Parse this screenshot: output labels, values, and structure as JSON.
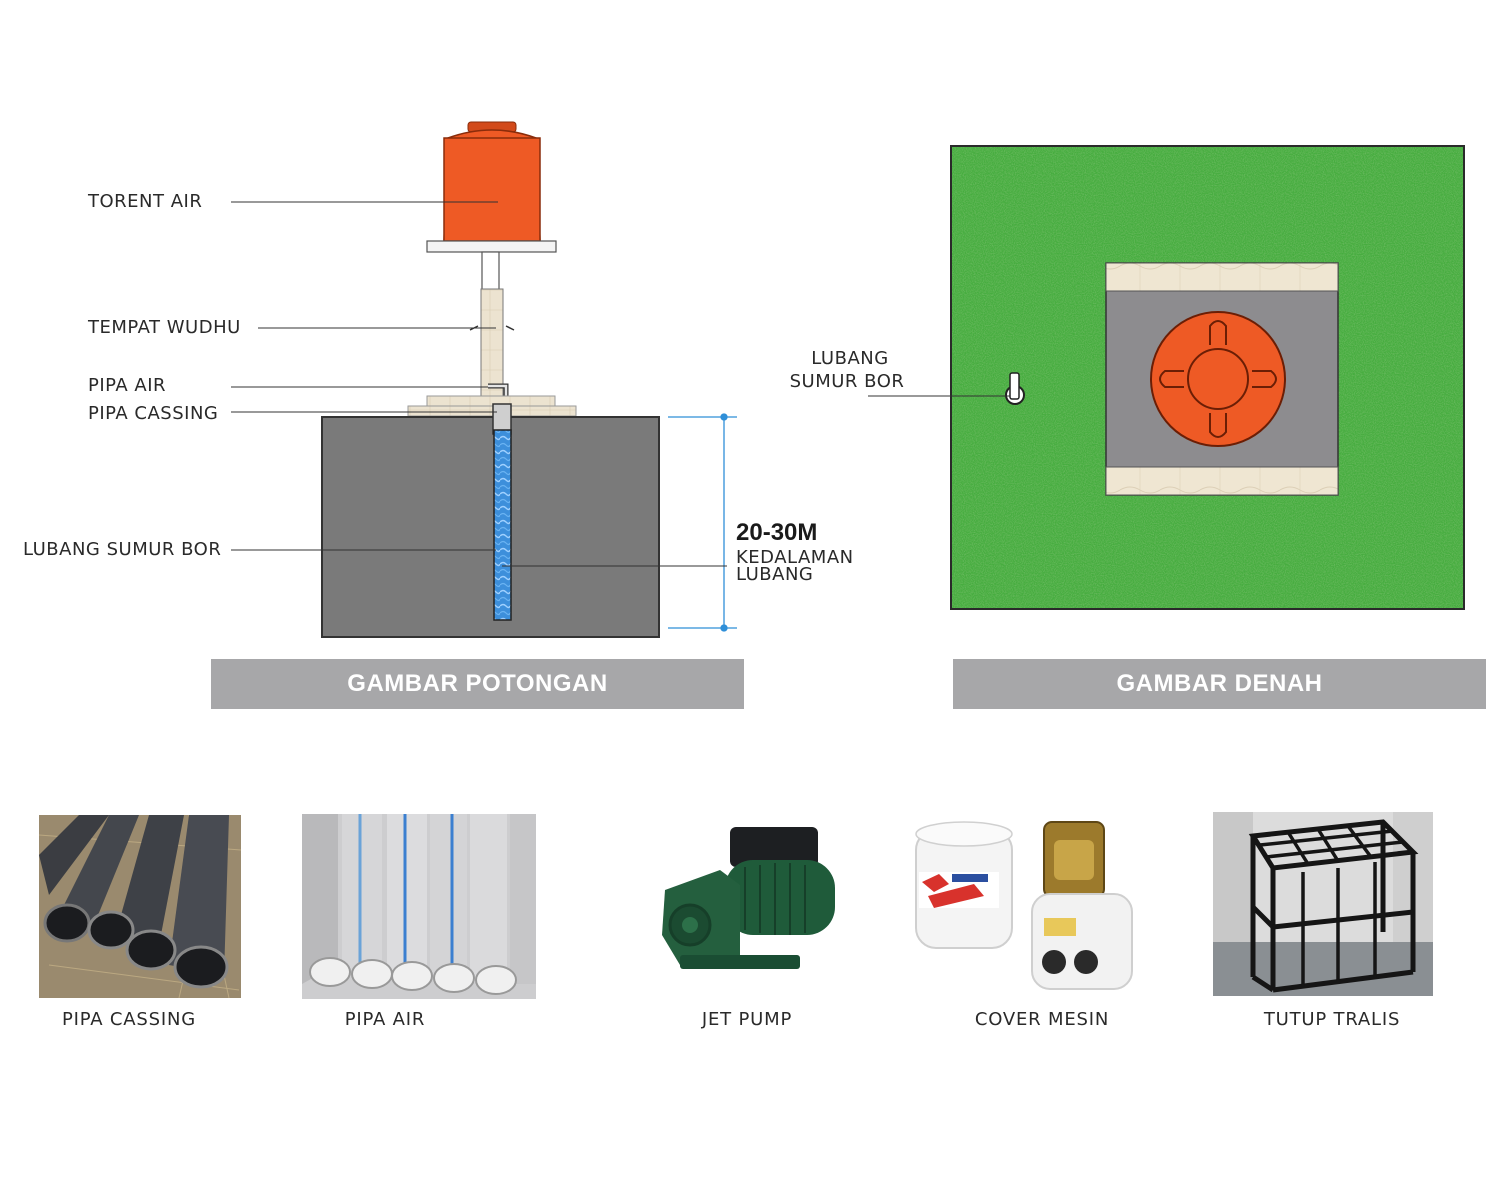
{
  "section_view": {
    "labels": {
      "torent_air": "TORENT AIR",
      "tempat_wudhu": "TEMPAT WUDHU",
      "pipa_air": "PIPA AIR",
      "pipa_cassing": "PIPA CASSING",
      "lubang_sumur_bor": "LUBANG SUMUR BOR"
    },
    "depth_value": "20-30M",
    "depth_label_line1": "KEDALAMAN",
    "depth_label_line2": "LUBANG",
    "title": "GAMBAR POTONGAN"
  },
  "plan_view": {
    "label_line1": "LUBANG",
    "label_line2": "SUMUR BOR",
    "title": "GAMBAR DENAH"
  },
  "products": [
    {
      "caption": "PIPA CASSING"
    },
    {
      "caption": "PIPA AIR"
    },
    {
      "caption": "JET PUMP"
    },
    {
      "caption": "COVER MESIN"
    },
    {
      "caption": "TUTUP TRALIS"
    }
  ],
  "colors": {
    "tank": "#ee5a25",
    "ground": "#7a7a7a",
    "well": "#3d8fdb",
    "grass": "#3fa33a",
    "banner": "#a7a7a9",
    "dimension": "#2f8fd8"
  }
}
